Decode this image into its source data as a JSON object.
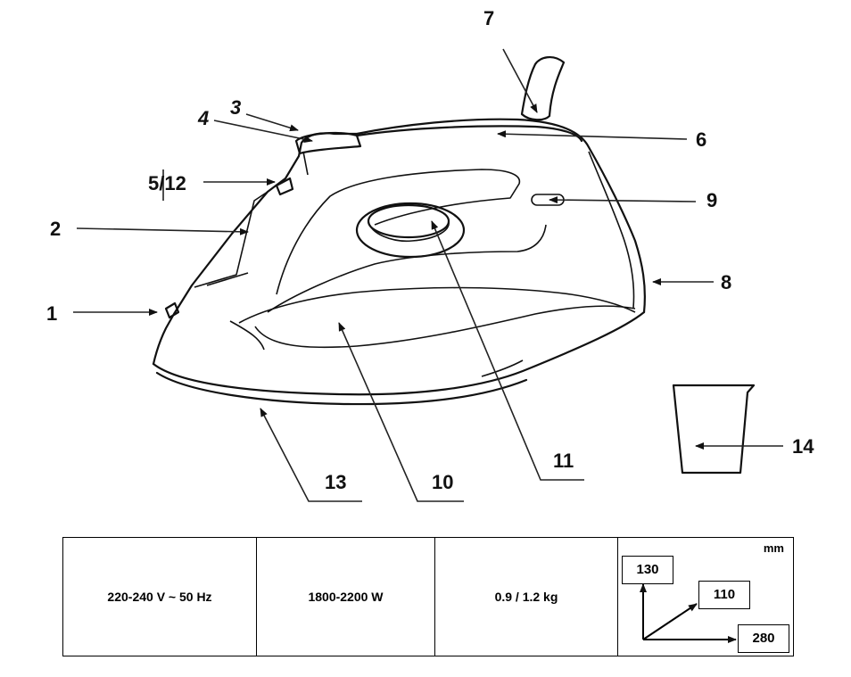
{
  "callouts": {
    "n1": "1",
    "n2": "2",
    "n3": "3",
    "n4": "4",
    "n5_12": "5/12",
    "n6": "6",
    "n7": "7",
    "n8": "8",
    "n9": "9",
    "n10": "10",
    "n11": "11",
    "n13": "13",
    "n14": "14"
  },
  "specs": {
    "voltage": "220-240 V ~ 50 Hz",
    "power": "1800-2200 W",
    "weight": "0.9 / 1.2 kg",
    "dimensions": {
      "unit": "mm",
      "height": "130",
      "width": "110",
      "length": "280"
    }
  }
}
